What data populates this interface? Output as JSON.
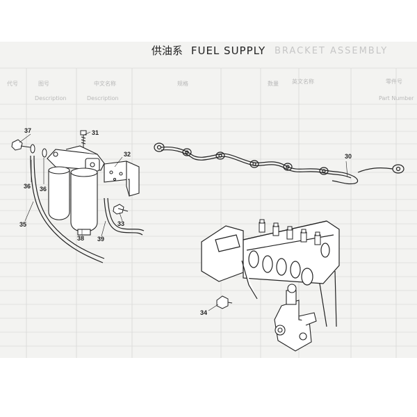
{
  "title": {
    "zh": "供油系",
    "en": "FUEL SUPPLY"
  },
  "bleedthrough": {
    "top_text": "BRACKET ASSEMBLY",
    "headers": [
      "零件号",
      "英文名称",
      "中文名称",
      "规格",
      "数量",
      "图号",
      "代号"
    ],
    "sub_headers": [
      "Description",
      "Description",
      "Part Number"
    ]
  },
  "callouts": [
    "37",
    "31",
    "32",
    "30",
    "36",
    "36",
    "35",
    "38",
    "39",
    "33",
    "34"
  ]
}
